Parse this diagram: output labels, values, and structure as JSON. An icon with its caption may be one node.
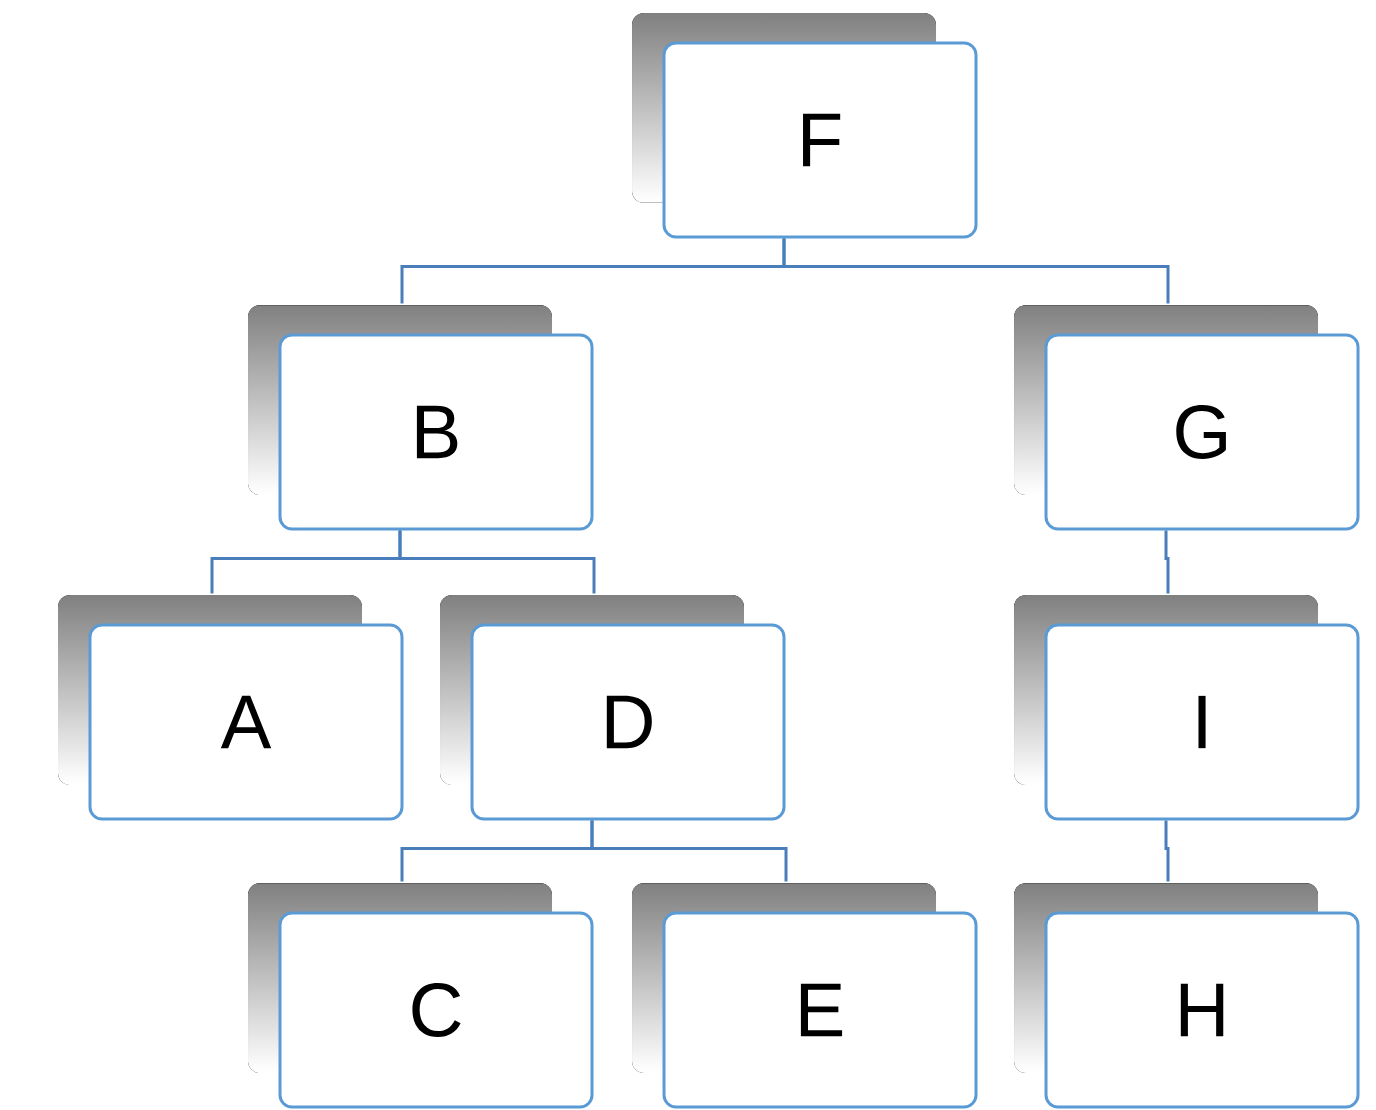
{
  "diagram": {
    "nodes": [
      {
        "text": [
          "F"
        ]
      },
      {
        "text": [
          "B"
        ]
      },
      {
        "text": [
          "G"
        ]
      },
      {
        "text": [
          "A"
        ]
      },
      {
        "text": [
          "D"
        ]
      },
      {
        "text": [
          "I"
        ]
      },
      {
        "text": [
          "C"
        ]
      },
      {
        "text": [
          "E"
        ]
      },
      {
        "text": [
          "H"
        ]
      }
    ],
    "edges": [
      {
        "from": 0,
        "to": 1,
        "arrow": "none"
      },
      {
        "from": 0,
        "to": 2,
        "arrow": "none"
      },
      {
        "from": 1,
        "to": 3,
        "arrow": "none"
      },
      {
        "from": 1,
        "to": 4,
        "arrow": "none"
      },
      {
        "from": 2,
        "to": 5,
        "arrow": "none"
      },
      {
        "from": 4,
        "to": 6,
        "arrow": "none"
      },
      {
        "from": 4,
        "to": 7,
        "arrow": "none"
      },
      {
        "from": 5,
        "to": 8,
        "arrow": "none"
      }
    ]
  }
}
